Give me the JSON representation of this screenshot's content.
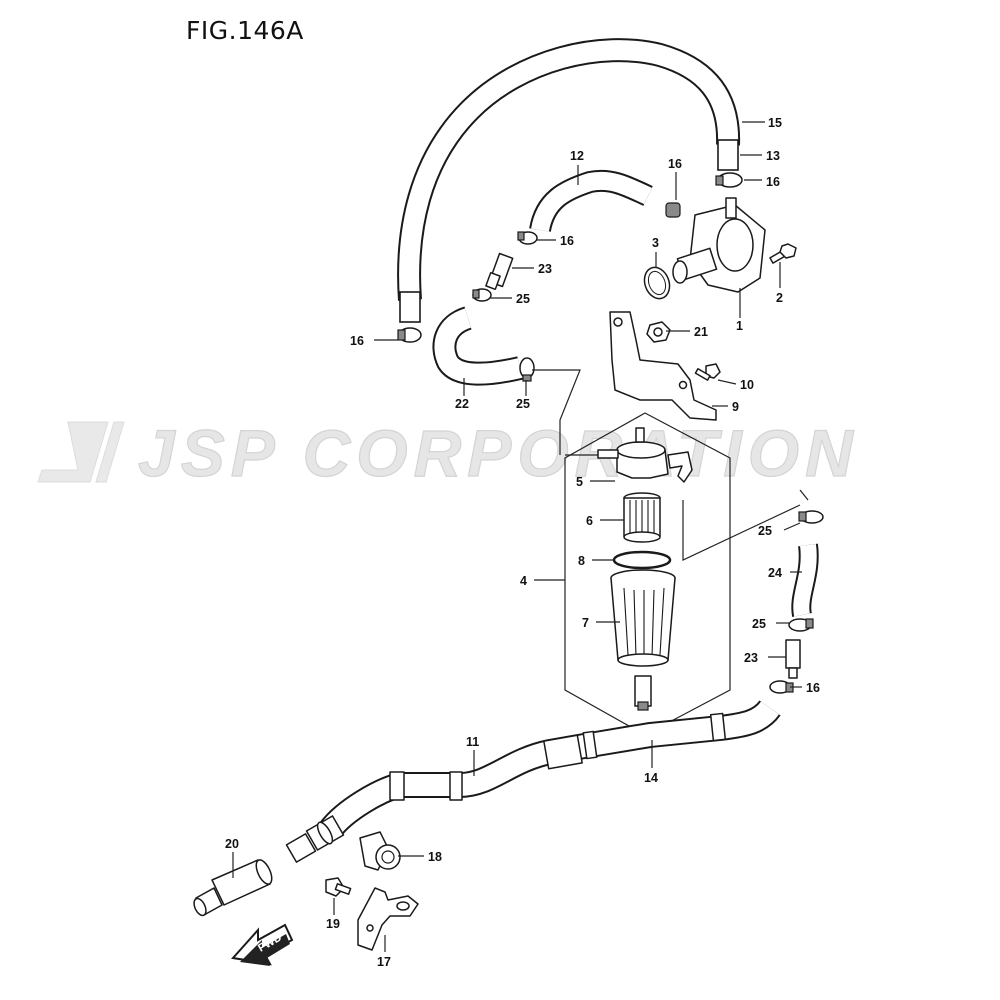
{
  "figure": {
    "title": "FIG.146A"
  },
  "watermark": {
    "text": "JSP CORPORATION"
  },
  "fwd_arrow": {
    "text": "FWD"
  },
  "callouts": [
    {
      "id": "c15",
      "text": "15"
    },
    {
      "id": "c13",
      "text": "13"
    },
    {
      "id": "c16a",
      "text": "16"
    },
    {
      "id": "c16b",
      "text": "16"
    },
    {
      "id": "c12",
      "text": "12"
    },
    {
      "id": "c16c",
      "text": "16"
    },
    {
      "id": "c3",
      "text": "3"
    },
    {
      "id": "c23a",
      "text": "23"
    },
    {
      "id": "c25a",
      "text": "25"
    },
    {
      "id": "c2",
      "text": "2"
    },
    {
      "id": "c1",
      "text": "1"
    },
    {
      "id": "c21",
      "text": "21"
    },
    {
      "id": "c16d",
      "text": "16"
    },
    {
      "id": "c10",
      "text": "10"
    },
    {
      "id": "c22",
      "text": "22"
    },
    {
      "id": "c25b",
      "text": "25"
    },
    {
      "id": "c9",
      "text": "9"
    },
    {
      "id": "c5",
      "text": "5"
    },
    {
      "id": "c6",
      "text": "6"
    },
    {
      "id": "c25c",
      "text": "25"
    },
    {
      "id": "c8",
      "text": "8"
    },
    {
      "id": "c4",
      "text": "4"
    },
    {
      "id": "c24",
      "text": "24"
    },
    {
      "id": "c7",
      "text": "7"
    },
    {
      "id": "c25d",
      "text": "25"
    },
    {
      "id": "c23b",
      "text": "23"
    },
    {
      "id": "c16e",
      "text": "16"
    },
    {
      "id": "c11",
      "text": "11"
    },
    {
      "id": "c14",
      "text": "14"
    },
    {
      "id": "c20",
      "text": "20"
    },
    {
      "id": "c18",
      "text": "18"
    },
    {
      "id": "c19",
      "text": "19"
    },
    {
      "id": "c17",
      "text": "17"
    }
  ]
}
